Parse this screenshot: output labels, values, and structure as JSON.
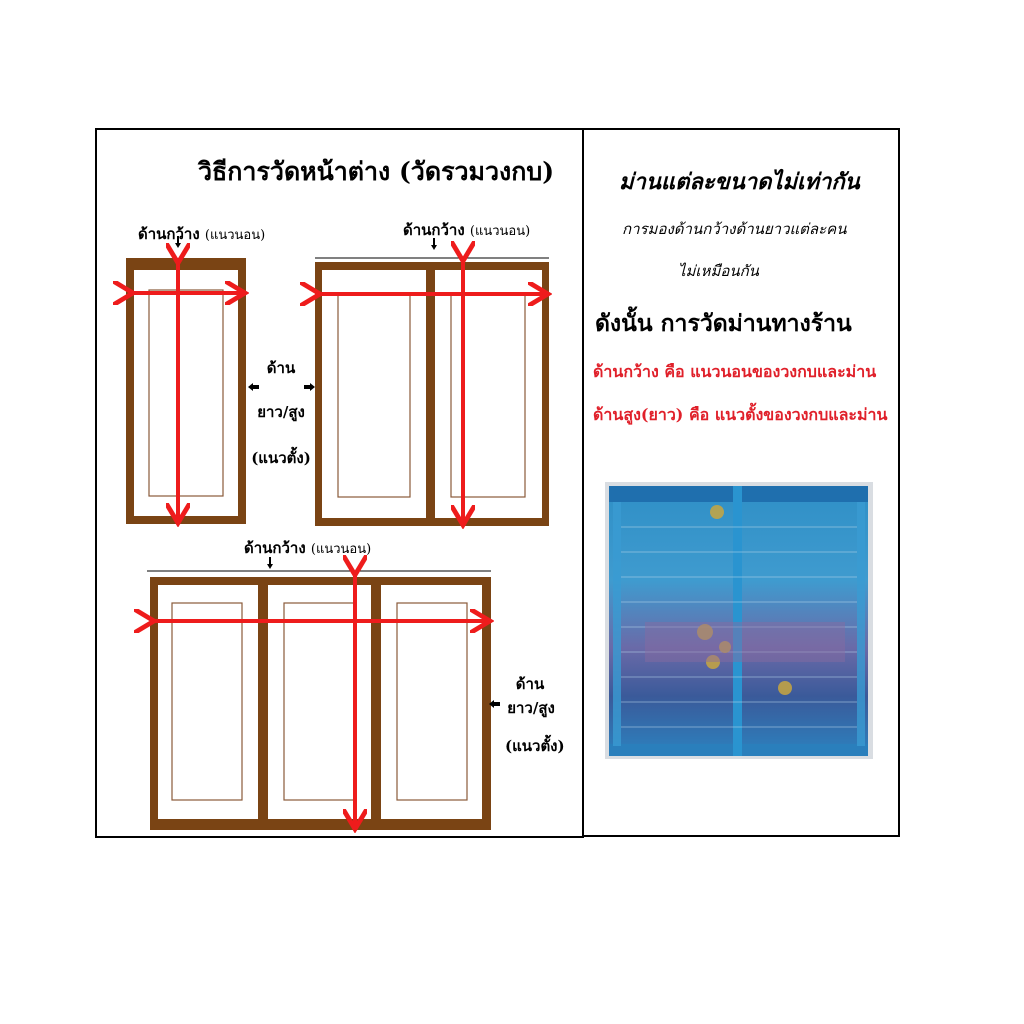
{
  "left": {
    "title": "วิธีการวัดหน้าต่าง (วัดรวมวงกบ)",
    "single": {
      "width_label": "ด้านกว้าง",
      "width_label_paren": "(แนวนอน)"
    },
    "double": {
      "width_label": "ด้านกว้าง",
      "width_label_paren": "(แนวนอน)"
    },
    "middle_height": {
      "line1": "ด้าน",
      "line2": "ยาว/สูง",
      "line3": "(แนวตั้ง)"
    },
    "triple": {
      "width_label": "ด้านกว้าง",
      "width_label_paren": "(แนวนอน)",
      "height_line1": "ด้าน",
      "height_line2": "ยาว/สูง",
      "height_line3": "(แนวตั้ง)"
    }
  },
  "right": {
    "title": "ม่านแต่ละขนาดไม่เท่ากัน",
    "sub_line1": "การมองด้านกว้างด้านยาวแต่ละคน",
    "sub_line2": "ไม่เหมือนกัน",
    "heading": "ดังนั้น การวัดม่านทางร้าน",
    "red_line1": "ด้านกว้าง  คือ  แนวนอนของวงกบและม่าน",
    "red_line2": "ด้านสูง(ยาว)  คือ แนวตั้งของวงกบและม่าน"
  },
  "colors": {
    "frame": "#7a4414",
    "arrow": "#ee1c1c",
    "inner_line": "#8a5a3a",
    "curtain_blue": "#2a8cc4"
  }
}
